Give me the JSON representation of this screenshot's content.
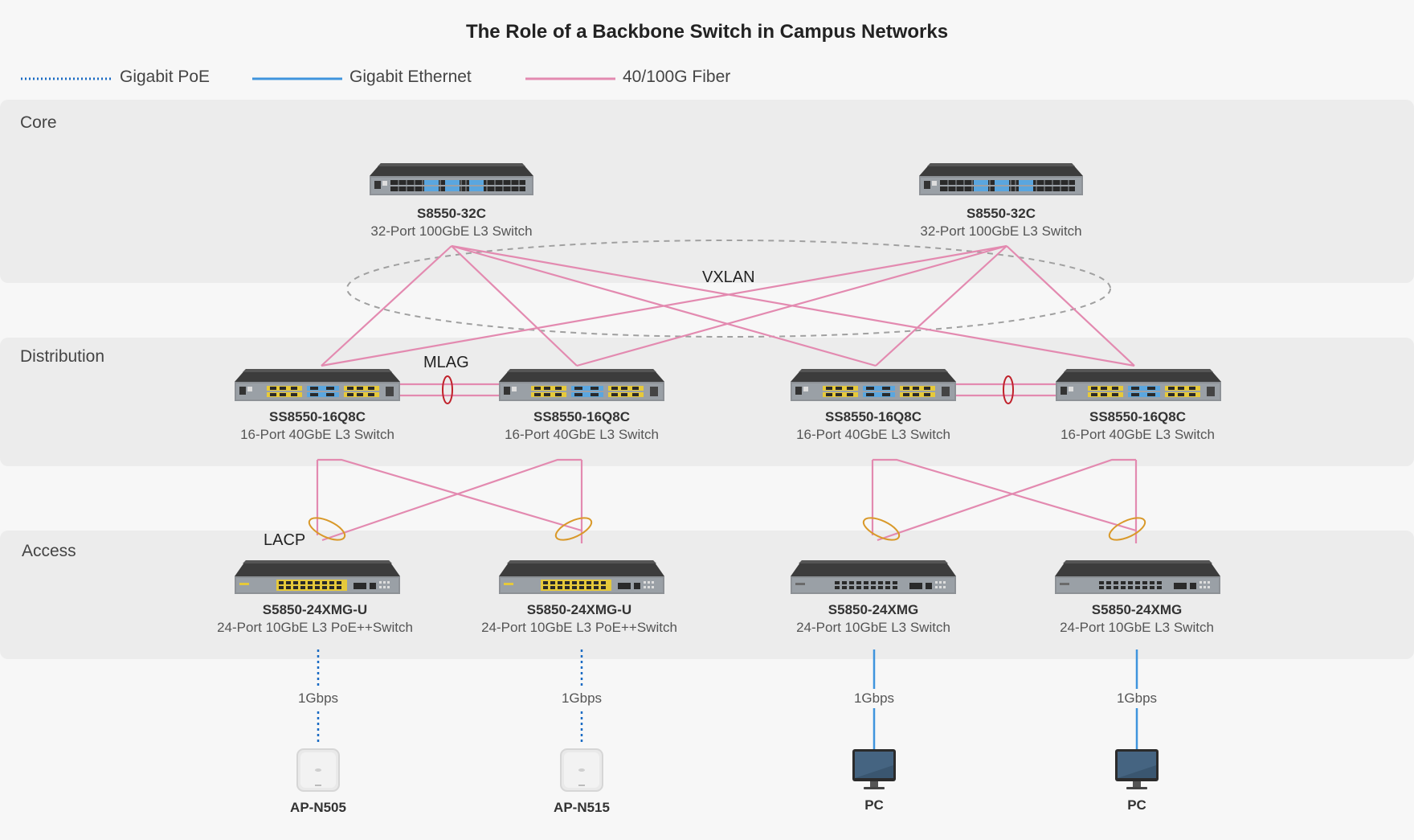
{
  "title": "The Role of a Backbone Switch in Campus Networks",
  "legend": [
    {
      "label": "Gigabit PoE",
      "style": "dotted",
      "color": "#1a6bc4"
    },
    {
      "label": "Gigabit Ethernet",
      "style": "solid",
      "color": "#3f94dd"
    },
    {
      "label": "40/100G Fiber",
      "style": "solid",
      "color": "#e38ab0"
    }
  ],
  "layers": {
    "core": "Core",
    "distribution": "Distribution",
    "access": "Access"
  },
  "core_switches": [
    {
      "model": "S8550-32C",
      "desc": "32-Port 100GbE L3 Switch"
    },
    {
      "model": "S8550-32C",
      "desc": "32-Port 100GbE L3 Switch"
    }
  ],
  "distribution_switches": [
    {
      "model": "SS8550-16Q8C",
      "desc": "16-Port 40GbE L3 Switch"
    },
    {
      "model": "SS8550-16Q8C",
      "desc": "16-Port 40GbE L3 Switch"
    },
    {
      "model": "SS8550-16Q8C",
      "desc": "16-Port 40GbE L3 Switch"
    },
    {
      "model": "SS8550-16Q8C",
      "desc": "16-Port 40GbE L3 Switch"
    }
  ],
  "access_switches": [
    {
      "model": "S5850-24XMG-U",
      "desc": "24-Port 10GbE L3 PoE++Switch"
    },
    {
      "model": "S5850-24XMG-U",
      "desc": "24-Port 10GbE L3 PoE++Switch"
    },
    {
      "model": "S5850-24XMG",
      "desc": "24-Port 10GbE L3 Switch"
    },
    {
      "model": "S5850-24XMG",
      "desc": "24-Port 10GbE L3 Switch"
    }
  ],
  "annotations": {
    "vxlan": "VXLAN",
    "mlag": "MLAG",
    "lacp": "LACP"
  },
  "endpoints": [
    {
      "label": "AP-N505",
      "speed": "1Gbps",
      "type": "access-point",
      "link": "Gigabit PoE"
    },
    {
      "label": "AP-N515",
      "speed": "1Gbps",
      "type": "access-point",
      "link": "Gigabit PoE"
    },
    {
      "label": "PC",
      "speed": "1Gbps",
      "type": "pc",
      "link": "Gigabit Ethernet"
    },
    {
      "label": "PC",
      "speed": "1Gbps",
      "type": "pc",
      "link": "Gigabit Ethernet"
    }
  ],
  "colors": {
    "fiber": "#e38ab0",
    "ethernet": "#3f94dd",
    "poe": "#1a6bc4",
    "mlag_ring": "#c0202a",
    "lacp_ring": "#d9992a",
    "vxlan_ellipse": "#a0a0a0"
  }
}
